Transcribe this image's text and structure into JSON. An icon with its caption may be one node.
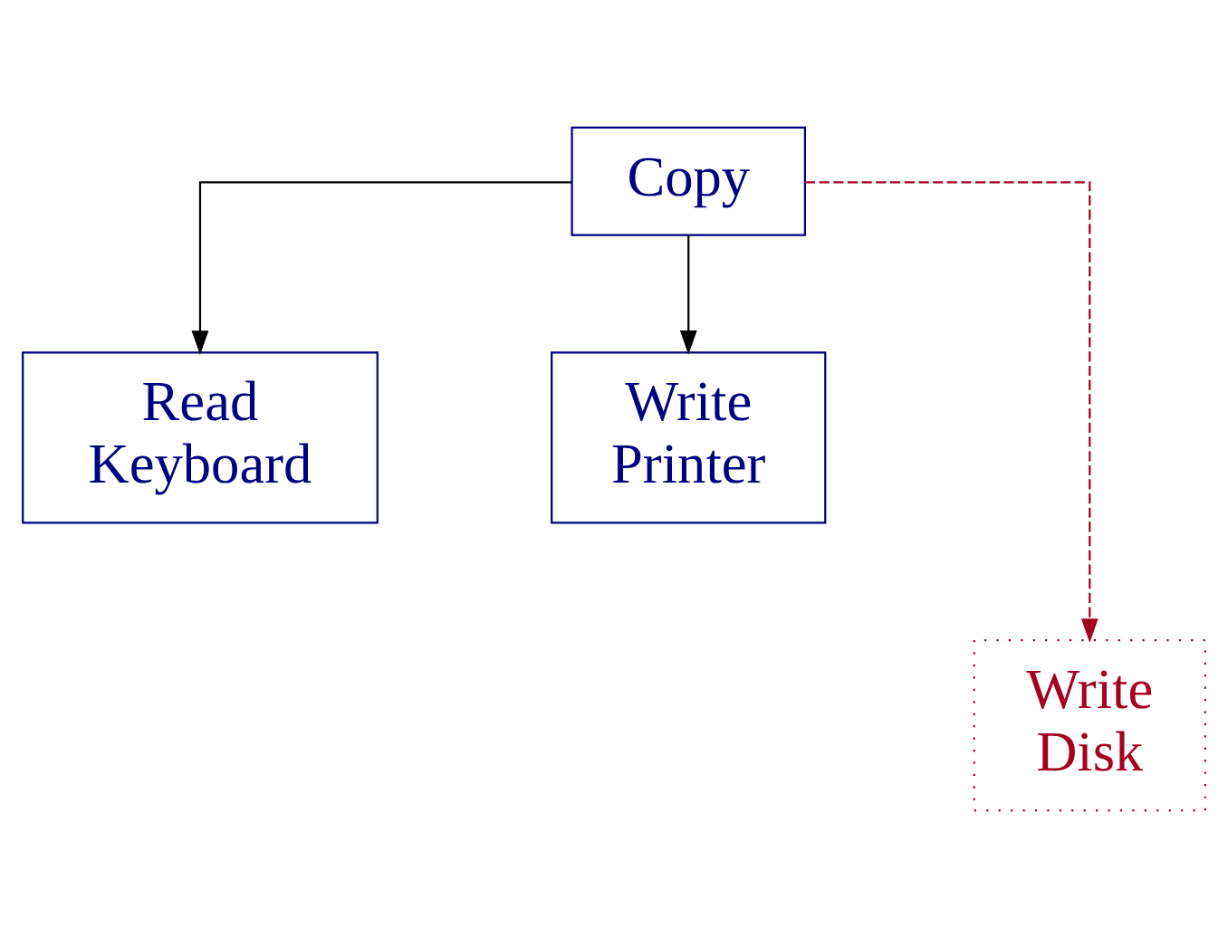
{
  "diagram": {
    "nodes": [
      {
        "text": [
          "Copy"
        ]
      },
      {
        "text": [
          "Read Keyboard"
        ]
      },
      {
        "text": [
          "Write Printer"
        ]
      },
      {
        "text": [
          "Write Disk"
        ]
      }
    ],
    "edges": [
      {
        "from": 0,
        "to": 1,
        "arrow": "to"
      },
      {
        "from": 0,
        "to": 2,
        "arrow": "to"
      },
      {
        "from": 0,
        "to": 3,
        "arrow": "to",
        "style": "dashed",
        "color": "#a50021"
      }
    ]
  }
}
